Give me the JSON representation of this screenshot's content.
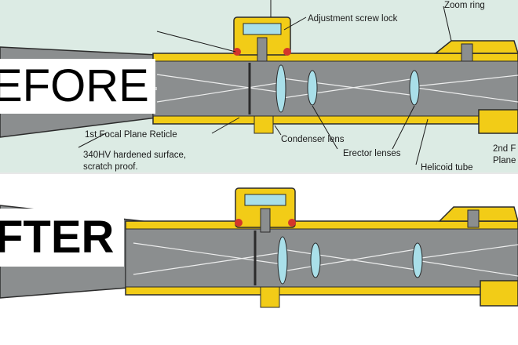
{
  "before_panel": {
    "label_big": "EFORE",
    "labels": {
      "adjustment_screw_lock": "Adjustment screw lock",
      "zoom_ring": "Zoom ring",
      "reticle": "1st Focal Plane Reticle",
      "hardened_line1": "340HV hardened surface,",
      "hardened_line2": "scratch proof.",
      "condenser": "Condenser lens",
      "erector": "Erector lenses",
      "helicoid": "Helicoid tube",
      "second_fp_line1": "2nd F",
      "second_fp_line2": "Plane"
    }
  },
  "after_panel": {
    "label_big": "FTER"
  },
  "colors": {
    "brass": "#f2cc17",
    "tube_gray": "#8b8e8f",
    "outline": "#2b2b2b",
    "glass": "#a9dfe9",
    "seal_red": "#d3362b",
    "bg_before": "#dcebe4"
  }
}
